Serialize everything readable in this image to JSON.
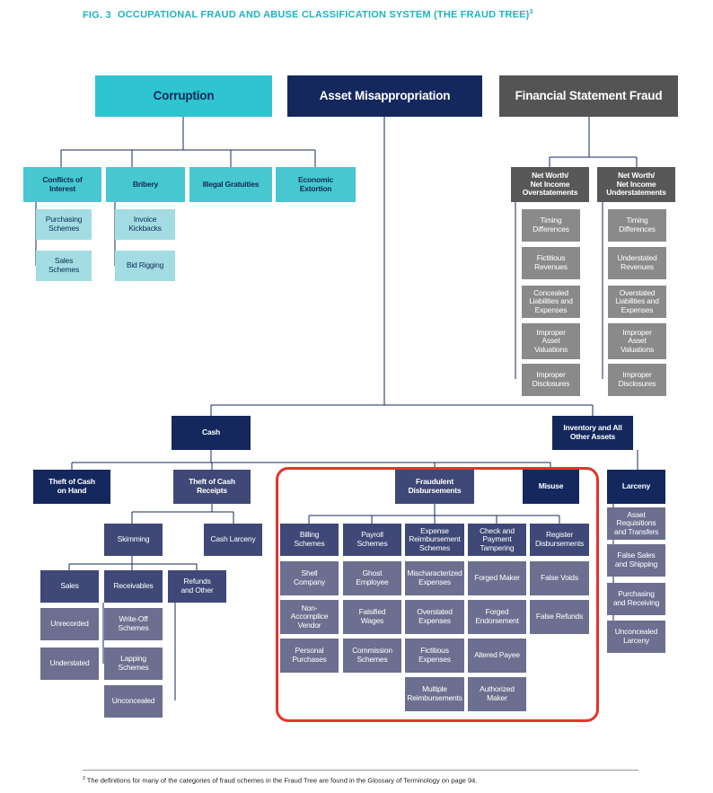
{
  "header": {
    "fig_label": "FIG. 3",
    "title": "OCCUPATIONAL FRAUD AND ABUSE CLASSIFICATION SYSTEM (THE FRAUD TREE)",
    "footnote_ref": "3"
  },
  "top_categories": {
    "corruption": "Corruption",
    "asset_misappropriation": "Asset Misappropriation",
    "financial_statement_fraud": "Financial Statement Fraud"
  },
  "corruption": {
    "conflicts_of_interest": "Conflicts of\nInterest",
    "purchasing_schemes": "Purchasing\nSchemes",
    "sales_schemes": "Sales\nSchemes",
    "bribery": "Bribery",
    "invoice_kickbacks": "Invoice\nKickbacks",
    "bid_rigging": "Bid Rigging",
    "illegal_gratuities": "Illegal Gratuities",
    "economic_extortion": "Economic\nExtortion"
  },
  "financial": {
    "overstatements": "Net Worth/\nNet Income\nOverstatements",
    "understatements": "Net Worth/\nNet Income\nUnderstatements",
    "over_items": [
      "Timing\nDifferences",
      "Fictitious\nRevenues",
      "Concealed\nLiabilities and\nExpenses",
      "Improper\nAsset\nValuations",
      "Improper\nDisclosures"
    ],
    "under_items": [
      "Timing\nDifferences",
      "Understated\nRevenues",
      "Overstated\nLiabilities and\nExpenses",
      "Improper\nAsset\nValuations",
      "Improper\nDisclosures"
    ]
  },
  "asset": {
    "cash": "Cash",
    "inventory": "Inventory and All\nOther Assets",
    "theft_on_hand": "Theft of Cash\non Hand",
    "theft_receipts": "Theft of Cash\nReceipts",
    "skimming": "Skimming",
    "cash_larceny": "Cash Larceny",
    "sales": "Sales",
    "receivables": "Receivables",
    "refunds": "Refunds\nand Other",
    "unrecorded": "Unrecorded",
    "understated": "Understated",
    "writeoff": "Write-Off\nSchemes",
    "lapping": "Lapping\nSchemes",
    "unconcealed": "Unconcealed",
    "fraudulent_disbursements": "Fraudulent\nDisbursements",
    "misuse": "Misuse",
    "larceny": "Larceny",
    "billing": "Billing\nSchemes",
    "payroll": "Payroll\nSchemes",
    "expense": "Expense\nReimbursement\nSchemes",
    "check": "Check and\nPayment\nTampering",
    "register": "Register\nDisbursements",
    "billing_items": [
      "Shell\nCompany",
      "Non-\nAccomplice\nVendor",
      "Personal\nPurchases"
    ],
    "payroll_items": [
      "Ghost\nEmployee",
      "Falsified\nWages",
      "Commission\nSchemes"
    ],
    "expense_items": [
      "Mischaracterized\nExpenses",
      "Overstated\nExpenses",
      "Fictitious\nExpenses",
      "Multiple\nReimbursements"
    ],
    "check_items": [
      "Forged Maker",
      "Forged\nEndorsement",
      "Altered Payee",
      "Authorized\nMaker"
    ],
    "register_items": [
      "False Voids",
      "False Refunds"
    ],
    "larceny_items": [
      "Asset\nRequisitions\nand Transfers",
      "False Sales\nand Shipping",
      "Purchasing\nand Receiving",
      "Unconcealed\nLarceny"
    ]
  },
  "footnote": {
    "number": "3",
    "text": "The definitions for many of the categories of fraud schemes in the Fraud Tree are found in the Glossary of Terminology on page 94."
  },
  "colors": {
    "title_teal": "#20b3bf",
    "navy": "#14285e",
    "highlight_red": "#e8322a"
  }
}
